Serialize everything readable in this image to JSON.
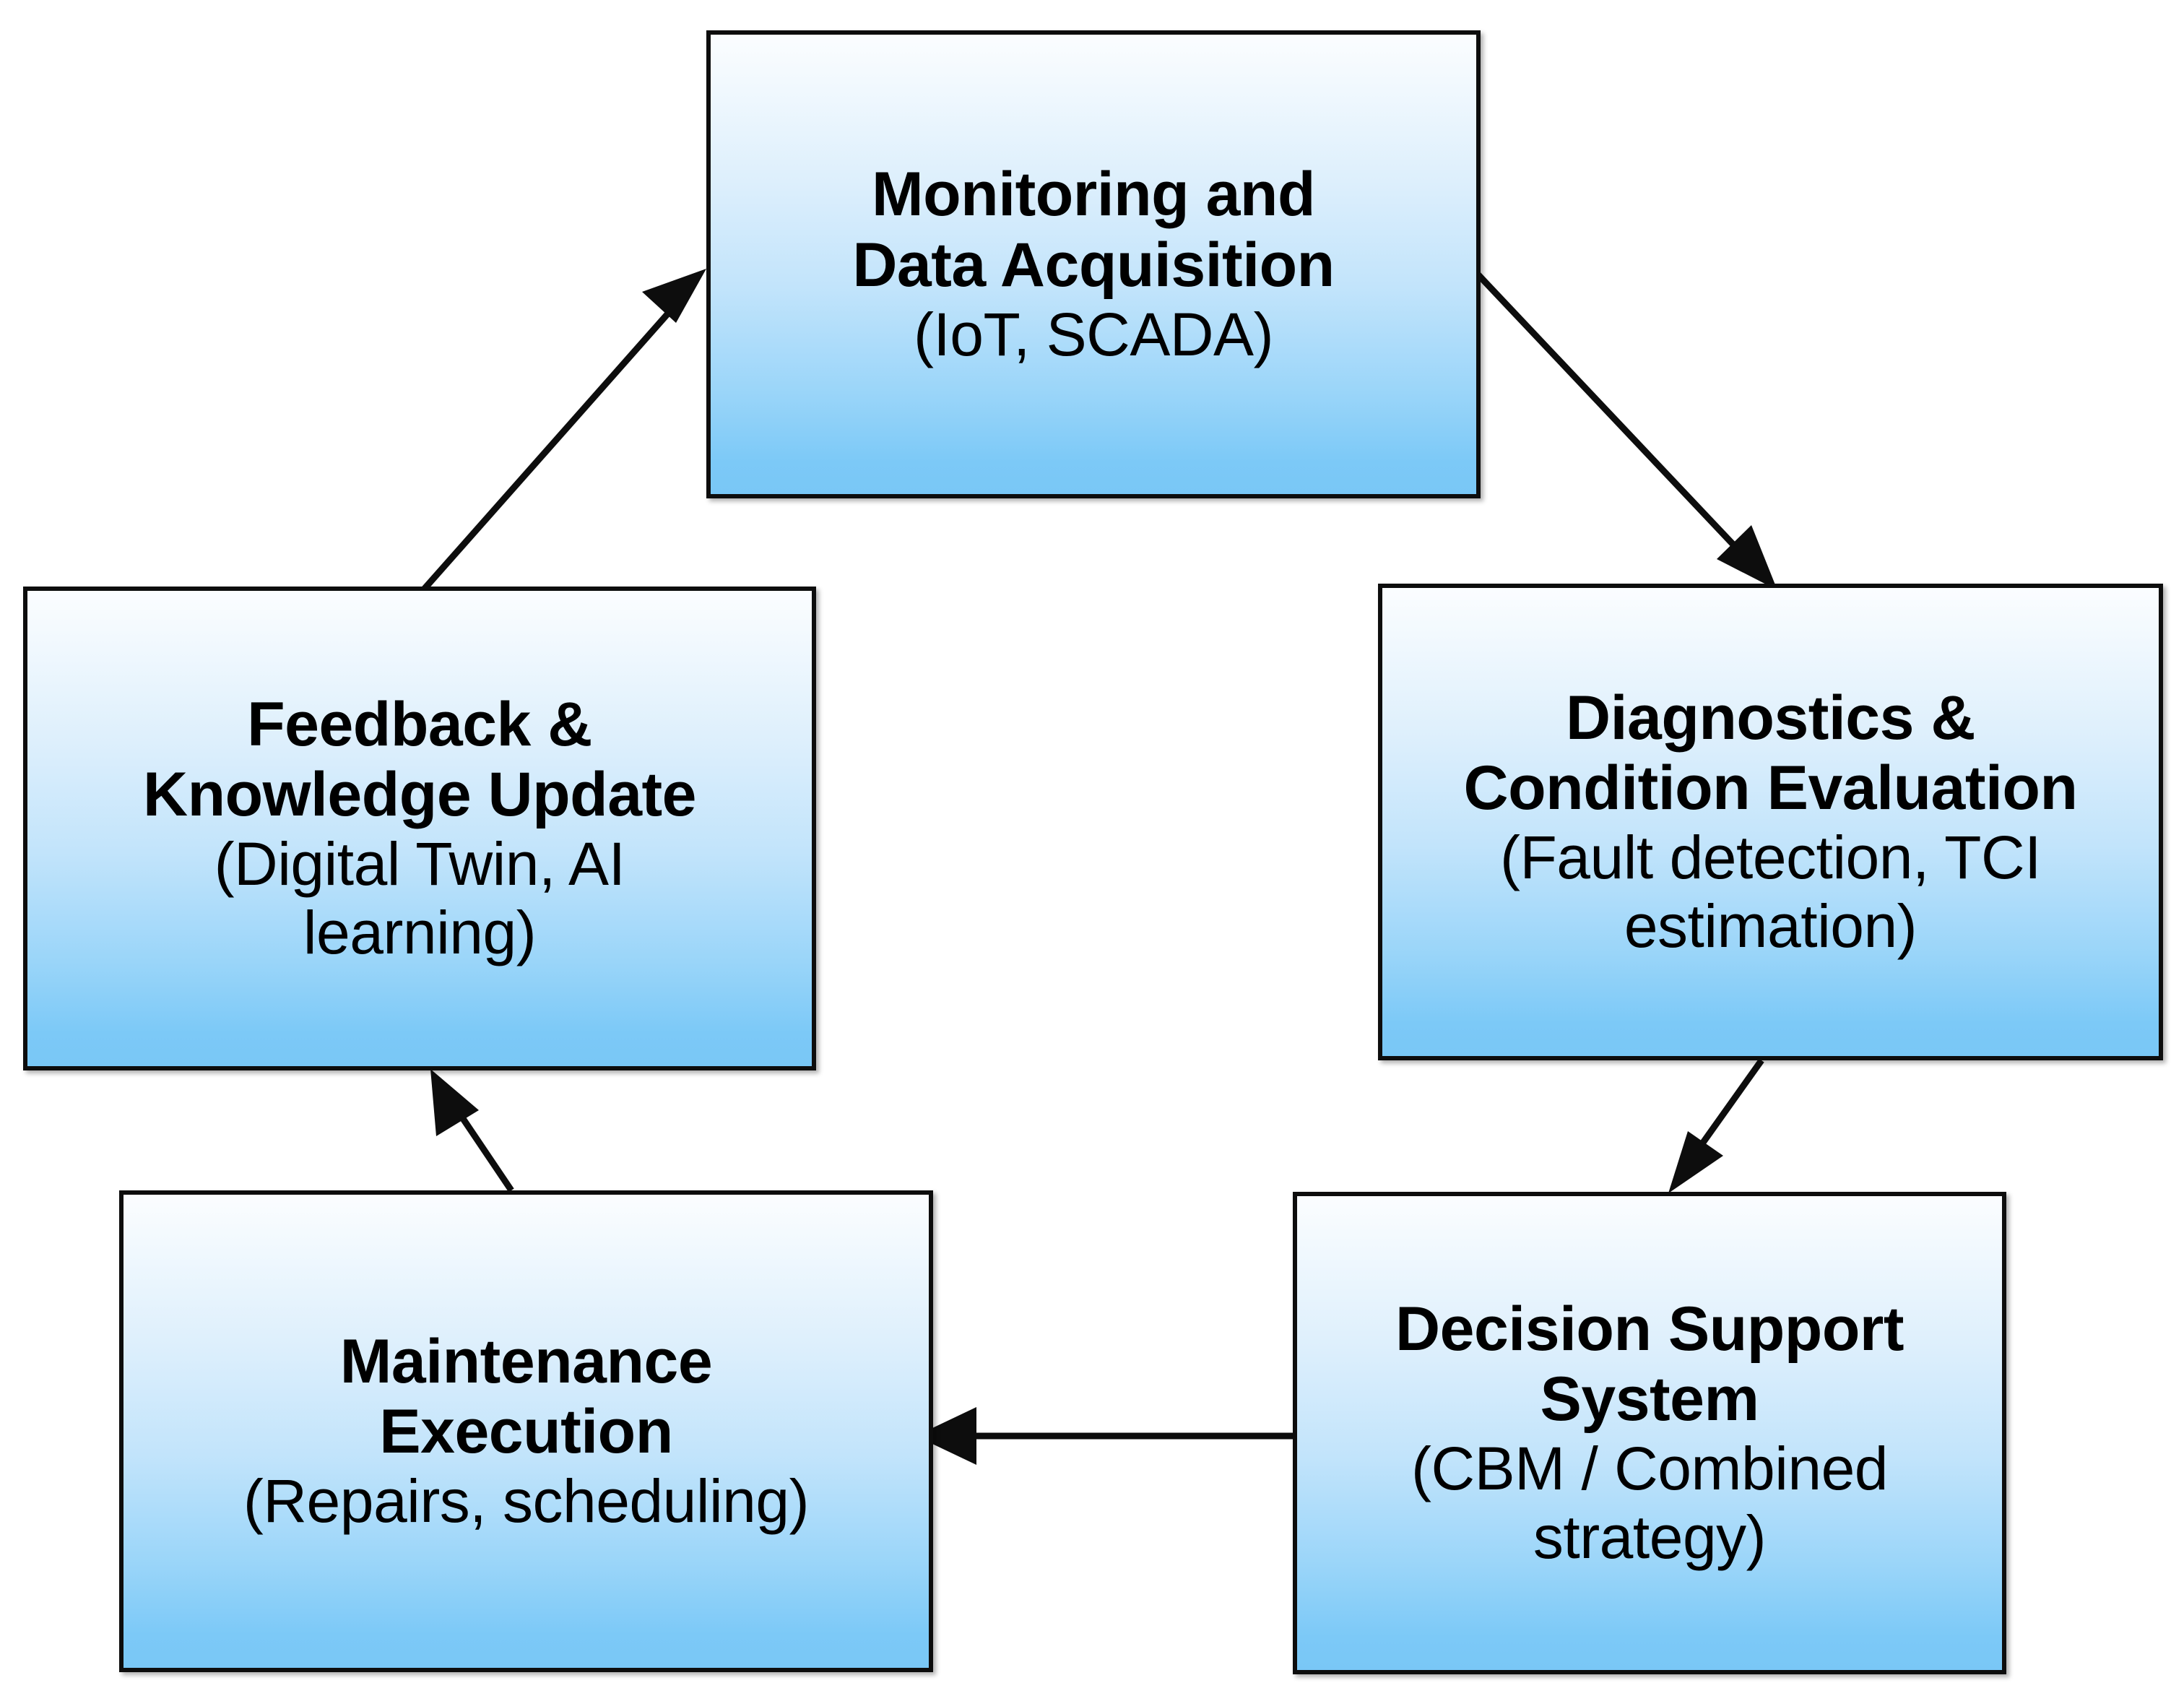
{
  "diagram": {
    "type": "cycle-flowchart",
    "orientation": "clockwise-loop",
    "background_color": "#ffffff",
    "node_fill_top_color": "#fbfdff",
    "node_fill_bottom_color": "#79c7f6",
    "node_border_color": "#0d0d0d",
    "arrow_color": "#0d0d0d",
    "nodes": [
      {
        "id": "monitoring",
        "title": "Monitoring and\nData Acquisition",
        "subtitle": "(IoT, SCADA)"
      },
      {
        "id": "diagnostics",
        "title": "Diagnostics &\nCondition Evaluation",
        "subtitle": "(Fault detection, TCI\nestimation)"
      },
      {
        "id": "decision",
        "title": "Decision Support\nSystem",
        "subtitle": "(CBM / Combined\nstrategy)"
      },
      {
        "id": "maintenance",
        "title": "Maintenance\nExecution",
        "subtitle": "(Repairs, scheduling)"
      },
      {
        "id": "feedback",
        "title": "Feedback &\nKnowledge Update",
        "subtitle": "(Digital Twin, AI\nlearning)"
      }
    ],
    "edges": [
      {
        "id": "edge-monitoring-diagnostics",
        "from": "monitoring",
        "to": "diagnostics",
        "label": ""
      },
      {
        "id": "edge-diagnostics-decision",
        "from": "diagnostics",
        "to": "decision",
        "label": ""
      },
      {
        "id": "edge-decision-maintenance",
        "from": "decision",
        "to": "maintenance",
        "label": ""
      },
      {
        "id": "edge-maintenance-feedback",
        "from": "maintenance",
        "to": "feedback",
        "label": ""
      },
      {
        "id": "edge-feedback-monitoring",
        "from": "feedback",
        "to": "monitoring",
        "label": ""
      }
    ]
  }
}
